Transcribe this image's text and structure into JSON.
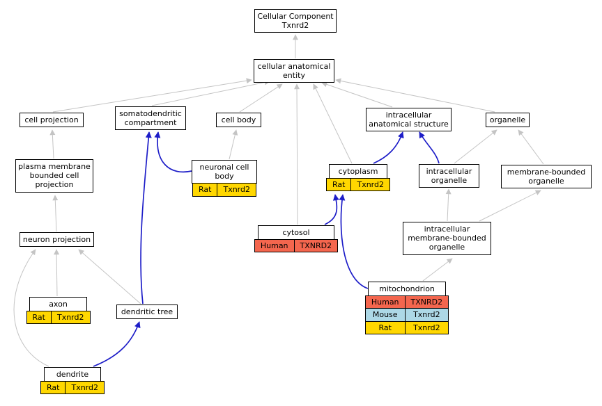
{
  "title": "Cellular Component Txnrd2",
  "colors": {
    "human": "#f4664e",
    "mouse": "#add8e6",
    "rat": "#ffd700",
    "edge_gray": "#c4c4c4",
    "edge_blue": "#1d1dc8",
    "node_border": "#000000",
    "node_bg": "#ffffff"
  },
  "nodes": [
    {
      "id": "cellular-component-txnrd2",
      "label": "Cellular Component\nTxnrd2",
      "annotations": []
    },
    {
      "id": "cellular-anatomical-entity",
      "label": "cellular anatomical\nentity",
      "annotations": []
    },
    {
      "id": "cell-projection",
      "label": "cell projection",
      "annotations": []
    },
    {
      "id": "somatodendritic-compartment",
      "label": "somatodendritic\ncompartment",
      "annotations": []
    },
    {
      "id": "cell-body",
      "label": "cell body",
      "annotations": []
    },
    {
      "id": "intracellular-anatomical-structure",
      "label": "intracellular\nanatomical structure",
      "annotations": []
    },
    {
      "id": "organelle",
      "label": "organelle",
      "annotations": []
    },
    {
      "id": "plasma-membrane-bounded-cell-projection",
      "label": "plasma membrane\nbounded cell\nprojection",
      "annotations": []
    },
    {
      "id": "neuronal-cell-body",
      "label": "neuronal cell\nbody",
      "annotations": [
        {
          "species": "Rat",
          "gene": "Txnrd2",
          "color": "rat"
        }
      ]
    },
    {
      "id": "cytoplasm",
      "label": "cytoplasm",
      "annotations": [
        {
          "species": "Rat",
          "gene": "Txnrd2",
          "color": "rat"
        }
      ]
    },
    {
      "id": "intracellular-organelle",
      "label": "intracellular\norganelle",
      "annotations": []
    },
    {
      "id": "membrane-bounded-organelle",
      "label": "membrane-bounded\norganelle",
      "annotations": []
    },
    {
      "id": "neuron-projection",
      "label": "neuron projection",
      "annotations": []
    },
    {
      "id": "cytosol",
      "label": "cytosol",
      "annotations": [
        {
          "species": "Human",
          "gene": "TXNRD2",
          "color": "human"
        }
      ]
    },
    {
      "id": "intracellular-membrane-bounded-organelle",
      "label": "intracellular\nmembrane-bounded\norganelle",
      "annotations": []
    },
    {
      "id": "axon",
      "label": "axon",
      "annotations": [
        {
          "species": "Rat",
          "gene": "Txnrd2",
          "color": "rat"
        }
      ]
    },
    {
      "id": "dendritic-tree",
      "label": "dendritic tree",
      "annotations": []
    },
    {
      "id": "mitochondrion",
      "label": "mitochondrion",
      "annotations": [
        {
          "species": "Human",
          "gene": "TXNRD2",
          "color": "human"
        },
        {
          "species": "Mouse",
          "gene": "Txnrd2",
          "color": "mouse"
        },
        {
          "species": "Rat",
          "gene": "Txnrd2",
          "color": "rat"
        }
      ]
    },
    {
      "id": "dendrite",
      "label": "dendrite",
      "annotations": [
        {
          "species": "Rat",
          "gene": "Txnrd2",
          "color": "rat"
        }
      ]
    }
  ],
  "edges": [
    {
      "from": "cellular-anatomical-entity",
      "to": "cellular-component-txnrd2",
      "type": "is_a"
    },
    {
      "from": "cell-projection",
      "to": "cellular-anatomical-entity",
      "type": "is_a"
    },
    {
      "from": "somatodendritic-compartment",
      "to": "cellular-anatomical-entity",
      "type": "is_a"
    },
    {
      "from": "cell-body",
      "to": "cellular-anatomical-entity",
      "type": "is_a"
    },
    {
      "from": "cytosol",
      "to": "cellular-anatomical-entity",
      "type": "is_a"
    },
    {
      "from": "cytoplasm",
      "to": "cellular-anatomical-entity",
      "type": "is_a"
    },
    {
      "from": "intracellular-anatomical-structure",
      "to": "cellular-anatomical-entity",
      "type": "is_a"
    },
    {
      "from": "organelle",
      "to": "cellular-anatomical-entity",
      "type": "is_a"
    },
    {
      "from": "plasma-membrane-bounded-cell-projection",
      "to": "cell-projection",
      "type": "is_a"
    },
    {
      "from": "neuron-projection",
      "to": "plasma-membrane-bounded-cell-projection",
      "type": "is_a"
    },
    {
      "from": "axon",
      "to": "neuron-projection",
      "type": "is_a"
    },
    {
      "from": "dendritic-tree",
      "to": "neuron-projection",
      "type": "is_a"
    },
    {
      "from": "dendrite",
      "to": "neuron-projection",
      "type": "is_a"
    },
    {
      "from": "neuronal-cell-body",
      "to": "cell-body",
      "type": "is_a"
    },
    {
      "from": "intracellular-organelle",
      "to": "organelle",
      "type": "is_a"
    },
    {
      "from": "membrane-bounded-organelle",
      "to": "organelle",
      "type": "is_a"
    },
    {
      "from": "intracellular-membrane-bounded-organelle",
      "to": "intracellular-organelle",
      "type": "is_a"
    },
    {
      "from": "intracellular-membrane-bounded-organelle",
      "to": "membrane-bounded-organelle",
      "type": "is_a"
    },
    {
      "from": "mitochondrion",
      "to": "intracellular-membrane-bounded-organelle",
      "type": "is_a"
    },
    {
      "from": "neuronal-cell-body",
      "to": "somatodendritic-compartment",
      "type": "part_of"
    },
    {
      "from": "dendritic-tree",
      "to": "somatodendritic-compartment",
      "type": "part_of"
    },
    {
      "from": "dendrite",
      "to": "dendritic-tree",
      "type": "part_of"
    },
    {
      "from": "cytosol",
      "to": "cytoplasm",
      "type": "part_of"
    },
    {
      "from": "mitochondrion",
      "to": "cytoplasm",
      "type": "part_of"
    },
    {
      "from": "cytoplasm",
      "to": "intracellular-anatomical-structure",
      "type": "part_of"
    },
    {
      "from": "intracellular-organelle",
      "to": "intracellular-anatomical-structure",
      "type": "part_of"
    }
  ]
}
